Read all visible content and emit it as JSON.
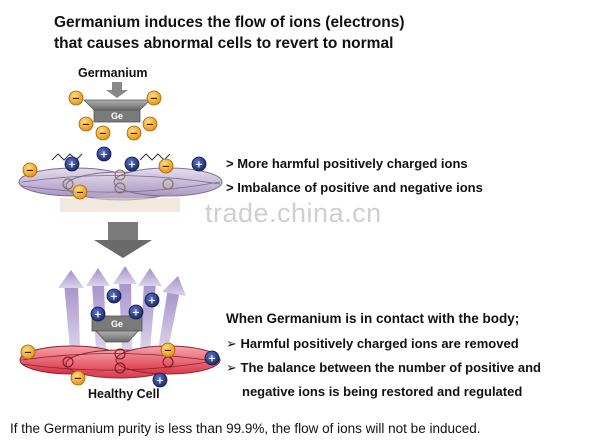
{
  "title": {
    "line1": "Germanium induces the flow of ions (electrons)",
    "line2": "that causes abnormal cells to revert to normal"
  },
  "top_diagram": {
    "germanium_label": "Germanium",
    "ge_label": "Ge",
    "ion_signs": {
      "negative": "−",
      "positive": "+"
    }
  },
  "abnormal_points": [
    "> More harmful positively charged ions",
    "> Imbalance of positive and negative ions"
  ],
  "contact_heading": "When Germanium is in contact with the body;",
  "contact_points": [
    "➢ Harmful positively charged ions are removed",
    "➢ The balance between the number of positive and",
    "negative ions is being restored and regulated"
  ],
  "bottom_diagram": {
    "ge_label": "Ge",
    "healthy_cell_label": "Healthy Cell"
  },
  "watermark": "trade.china.cn",
  "footnote": "If the Germanium purity is less than 99.9%, the flow of ions will not be induced.",
  "colors": {
    "negative_ion": "#f0a020",
    "positive_ion": "#283c8c",
    "abnormal_cell": "#c9b8d8",
    "healthy_cell": "#e8455a",
    "arrow_purple": "#b8a8d8",
    "ge_block": "#8a8a8a"
  }
}
